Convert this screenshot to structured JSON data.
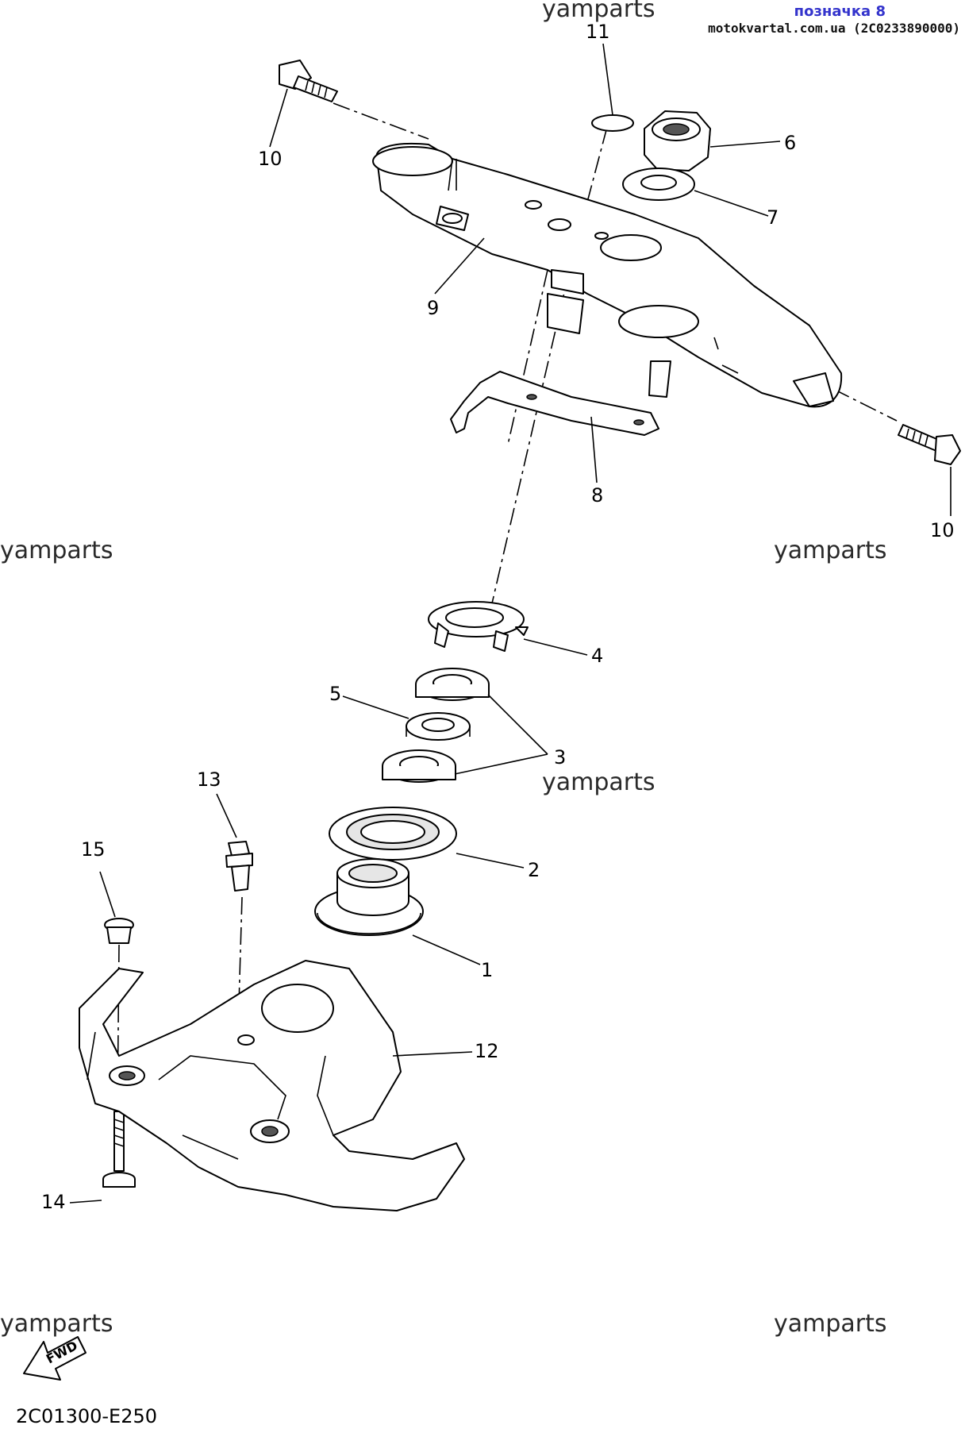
{
  "header": {
    "mark": "позначка 8",
    "source": "motokvartal.com.ua (2C0233890000)"
  },
  "watermarks": [
    "yamparts",
    "yamparts",
    "yamparts",
    "yamparts",
    "yamparts",
    "yamparts"
  ],
  "callouts": [
    "1",
    "2",
    "3",
    "4",
    "5",
    "6",
    "7",
    "8",
    "9",
    "10",
    "10",
    "11",
    "12",
    "13",
    "14",
    "15"
  ],
  "fwd_label": "FWD",
  "diagram_code": "2C01300-E250"
}
